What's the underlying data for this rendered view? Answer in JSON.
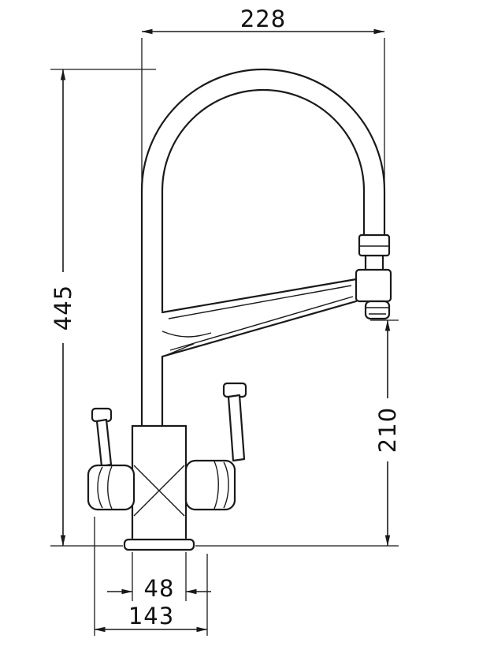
{
  "canvas": {
    "background": "#ffffff",
    "line_color": "#1a1a1a"
  },
  "diagram": {
    "type": "technical-dimension-drawing",
    "subject": "two-handle kitchen faucet with flexible spring spout and pull-down sprayer",
    "units_implied": "mm",
    "dimensions": {
      "top_width": "228",
      "overall_height": "445",
      "outlet_height": "210",
      "body_width": "48",
      "base_width": "143"
    }
  }
}
